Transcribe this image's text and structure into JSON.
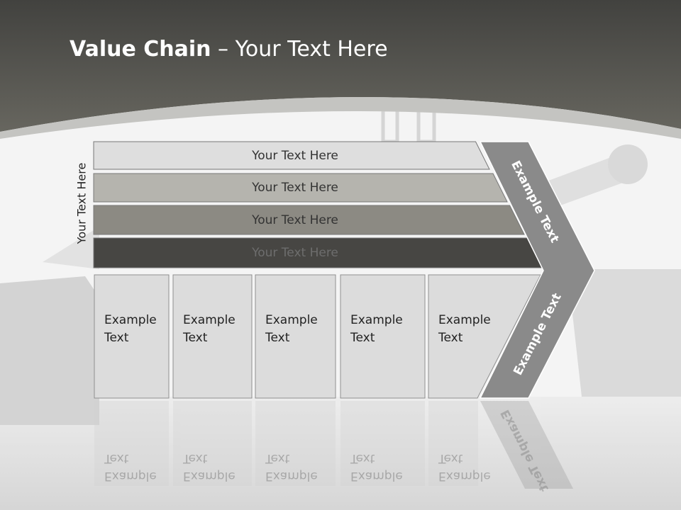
{
  "slide": {
    "title_bold": "Value Chain",
    "title_rest": " – Your Text Here",
    "side_label": "Your Text Here"
  },
  "bars": [
    {
      "label": "Your Text Here",
      "fill": "#dedede",
      "text_color": "#333333"
    },
    {
      "label": "Your Text Here",
      "fill": "#b5b4ae",
      "text_color": "#333333"
    },
    {
      "label": "Your Text Here",
      "fill": "#8c8a83",
      "text_color": "#333333"
    },
    {
      "label": "Your Text Here",
      "fill": "#474643",
      "text_color": "#6d6d6d"
    }
  ],
  "boxes": [
    {
      "line1": "Example",
      "line2": "Text"
    },
    {
      "line1": "Example",
      "line2": "Text"
    },
    {
      "line1": "Example",
      "line2": "Text"
    },
    {
      "line1": "Example",
      "line2": "Text"
    },
    {
      "line1": "Example",
      "line2": "Text"
    }
  ],
  "chevron": {
    "top_label": "Example Text",
    "bottom_label": "Example Text",
    "fill": "#8a8a8a"
  },
  "colors": {
    "header_dark": "#4a4a46",
    "box_fill": "#dcdcdc",
    "box_border": "#8f8f8f"
  }
}
